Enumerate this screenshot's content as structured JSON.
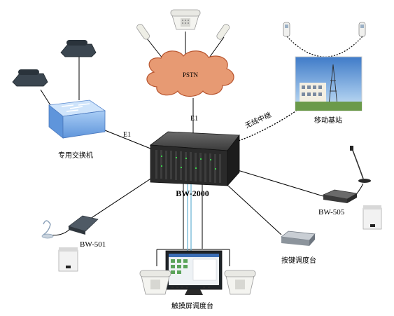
{
  "nodes": {
    "pstn": {
      "label": "PSTN"
    },
    "core": {
      "label": "BW-2000"
    },
    "pbx": {
      "label": "专用交换机"
    },
    "base_station": {
      "label": "移动基站"
    },
    "bw505": {
      "label": "BW-505"
    },
    "bw501": {
      "label": "BW-501"
    },
    "key_console": {
      "label": "按键调度台"
    },
    "touch_console": {
      "label": "触摸屏调度台"
    }
  },
  "links": {
    "pstn_core": {
      "label": "E1"
    },
    "pbx_core": {
      "label": "E1"
    },
    "wireless": {
      "label": "无线中继"
    }
  },
  "colors": {
    "cloud_fill": "#e79a73",
    "cloud_stroke": "#b8552f",
    "switch_fill": "#7fb0ea",
    "chassis": "#2a2a2a",
    "fiber": "#6fb7d6"
  }
}
